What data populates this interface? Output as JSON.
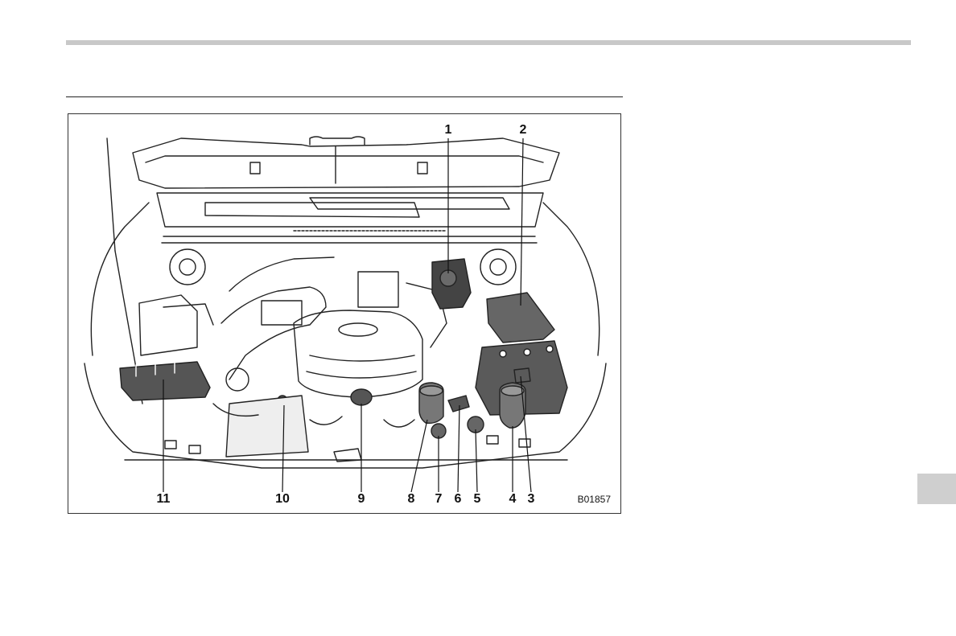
{
  "figure": {
    "code": "B01857",
    "callouts": {
      "c1": "1",
      "c2": "2",
      "c3": "3",
      "c4": "4",
      "c5": "5",
      "c6": "6",
      "c7": "7",
      "c8": "8",
      "c9": "9",
      "c10": "10",
      "c11": "11"
    }
  }
}
